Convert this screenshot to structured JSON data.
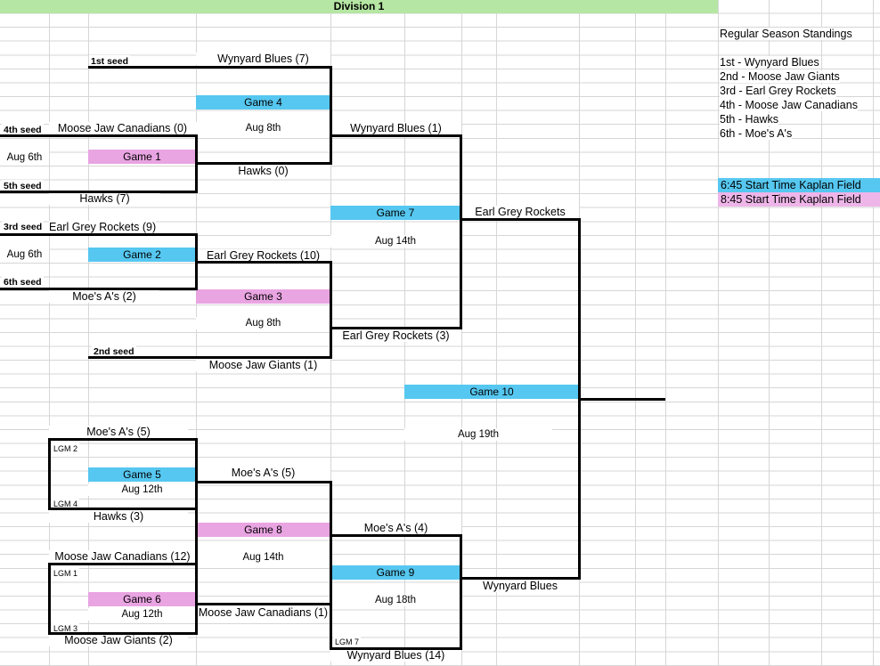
{
  "title": "Division 1",
  "standings": {
    "title": "Regular Season Standings",
    "items": [
      "1st - Wynyard Blues",
      "2nd - Moose Jaw Giants",
      "3rd - Earl Grey Rockets",
      "4th - Moose Jaw Canadians",
      "5th - Hawks",
      "6th - Moe's A's"
    ]
  },
  "legend": {
    "early": "6:45 Start Time Kaplan Field",
    "late": "8:45 Start Time Kaplan Field"
  },
  "colors": {
    "header_green": "#b5e6a3",
    "early_blue": "#56c7f0",
    "late_pink": "#e9a4e2",
    "legend_pink": "#eeb5e9",
    "gridline": "#d6d6d6",
    "bracket_line": "#000000"
  },
  "seeds": {
    "s1": "1st seed",
    "s2": "2nd seed",
    "s3": "3rd seed",
    "s4": "4th seed",
    "s5": "5th seed",
    "s6": "6th seed"
  },
  "games": {
    "g1": "Game 1",
    "g2": "Game 2",
    "g3": "Game 3",
    "g4": "Game 4",
    "g5": "Game 5",
    "g6": "Game 6",
    "g7": "Game 7",
    "g8": "Game 8",
    "g9": "Game 9",
    "g10": "Game 10"
  },
  "dates": {
    "game1": "Aug 6th",
    "game2": "Aug 6th",
    "game3": "Aug 8th",
    "game4": "Aug 8th",
    "game5": "Aug 12th",
    "game6": "Aug 12th",
    "game7": "Aug 14th",
    "game8": "Aug 14th",
    "game9": "Aug 18th",
    "game10": "Aug 19th"
  },
  "lgm": {
    "lgm1": "LGM 1",
    "lgm2": "LGM 2",
    "lgm3": "LGM 3",
    "lgm4": "LGM 4",
    "lgm7": "LGM 7"
  },
  "teams": {
    "r1_wynyard": "Wynyard Blues (7)",
    "r1_canadians": "Moose Jaw Canadians (0)",
    "r1_hawks": "Hawks (7)",
    "g1_winner": "Hawks (0)",
    "g4_winner": "Wynyard Blues (1)",
    "r1_rockets": "Earl Grey Rockets (9)",
    "r1_moes": "Moe's A's (2)",
    "g2_winner": "Earl Grey Rockets (10)",
    "r1_giants": "Moose Jaw Giants (1)",
    "g3_winner": "Earl Grey Rockets (3)",
    "g7_winner": "Earl Grey Rockets",
    "lg_moes": "Moe's A's (5)",
    "lg_hawks": "Hawks (3)",
    "g5_winner": "Moe's A's (5)",
    "lg_canadians": "Moose Jaw Canadians (12)",
    "lg_giants": "Moose Jaw Giants (2)",
    "g6_winner": "Moose Jaw Canadians (1)",
    "g8_winner": "Moe's A's (4)",
    "lg7_team": "Wynyard Blues (14)",
    "g9_winner": "Wynyard Blues"
  }
}
